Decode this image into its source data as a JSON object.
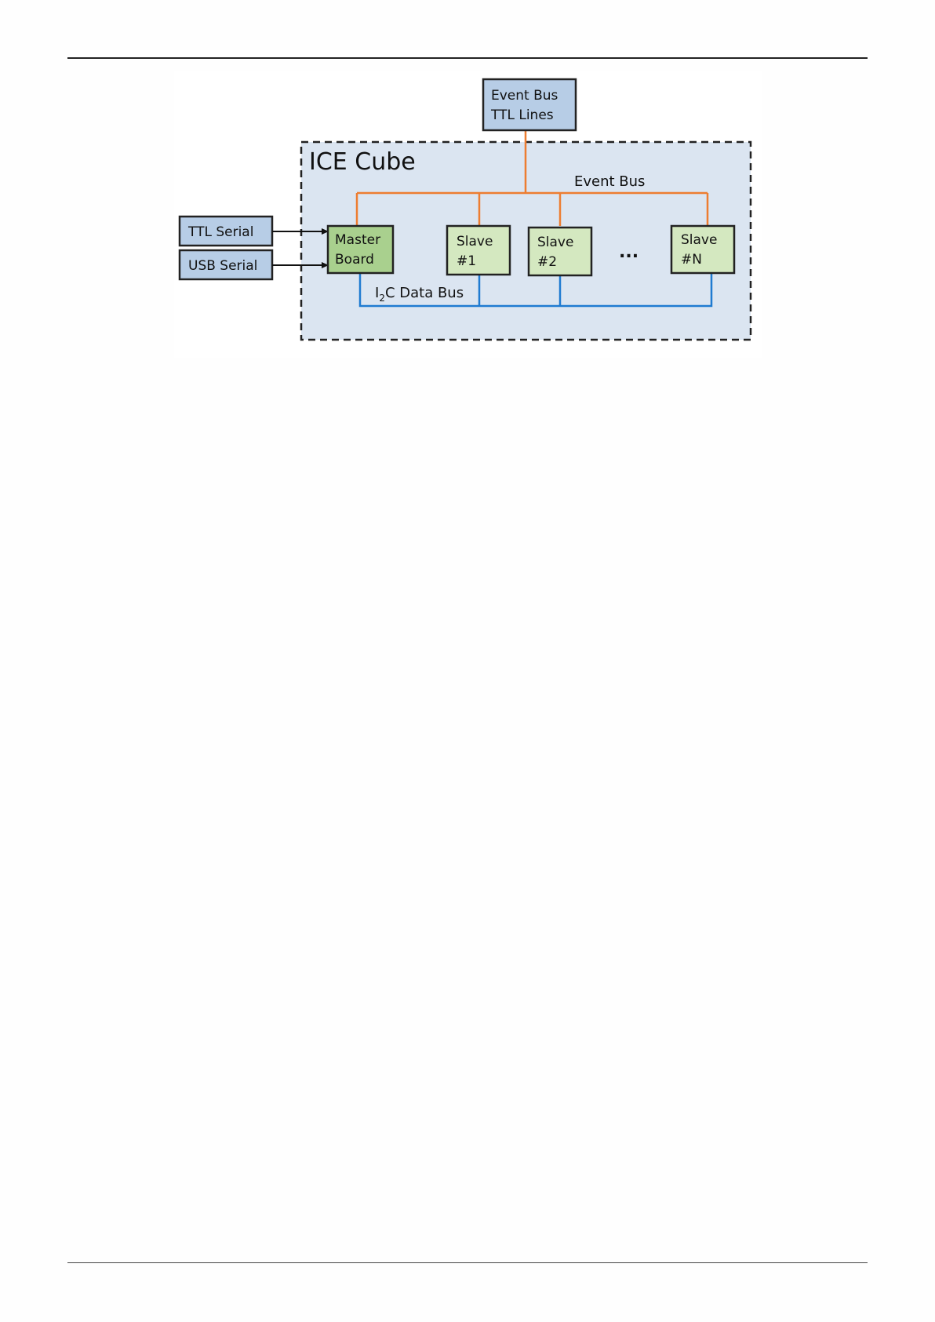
{
  "diagram": {
    "title": "ICE Cube",
    "event_bus_label": "Event Bus",
    "i2c_label": {
      "main": "I",
      "sub": "2",
      "rest": "C Data Bus"
    },
    "ellipsis": "...",
    "external_source": [
      "Event Bus",
      "TTL Lines"
    ],
    "inputs": [
      {
        "label": "TTL Serial"
      },
      {
        "label": "USB Serial"
      }
    ],
    "boards": [
      {
        "lines": [
          "Master",
          "Board"
        ]
      },
      {
        "lines": [
          "Slave",
          "#1"
        ]
      },
      {
        "lines": [
          "Slave",
          "#2"
        ]
      },
      {
        "lines": [
          "Slave",
          "#N"
        ]
      }
    ],
    "colors": {
      "cube_fill": "#dbe5f1",
      "blue_box": "#b7cde6",
      "master_fill": "#a9d08e",
      "slave_fill": "#d4e8c0",
      "event_bus": "#ed7d31",
      "i2c_bus": "#1f7bd1"
    }
  }
}
